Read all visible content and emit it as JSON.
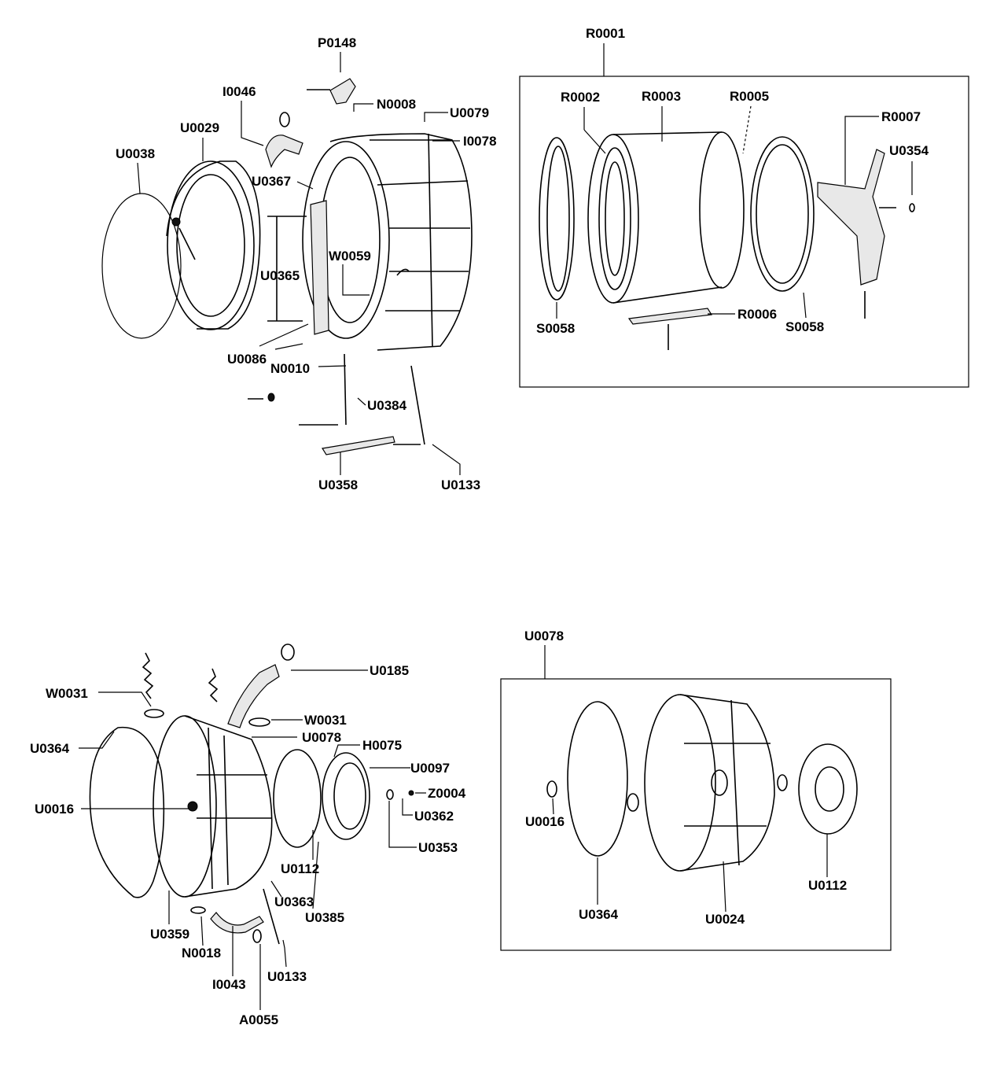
{
  "labels": {
    "P0148": "P0148",
    "I0046": "I0046",
    "N0008": "N0008",
    "U0079": "U0079",
    "U0029": "U0029",
    "I0078": "I0078",
    "U0038": "U0038",
    "U0367": "U0367",
    "W0059": "W0059",
    "U0365": "U0365",
    "U0086": "U0086",
    "N0010": "N0010",
    "U0384": "U0384",
    "U0358": "U0358",
    "U0133_top": "U0133",
    "R0001": "R0001",
    "R0002": "R0002",
    "R0003": "R0003",
    "R0005": "R0005",
    "R0007": "R0007",
    "U0354": "U0354",
    "S0058_left": "S0058",
    "R0006": "R0006",
    "S0058_right": "S0058",
    "U0185": "U0185",
    "W0031_left": "W0031",
    "W0031_right": "W0031",
    "U0364_left": "U0364",
    "U0078_mid": "U0078",
    "H0075": "H0075",
    "U0097": "U0097",
    "Z0004": "Z0004",
    "U0016_left": "U0016",
    "U0362": "U0362",
    "U0353": "U0353",
    "U0112_left": "U0112",
    "U0363": "U0363",
    "U0385": "U0385",
    "U0359": "U0359",
    "N0018": "N0018",
    "U0133_bottom": "U0133",
    "I0043": "I0043",
    "A0055": "A0055",
    "U0078_box": "U0078",
    "U0016_right": "U0016",
    "U0364_right": "U0364",
    "U0024": "U0024",
    "U0112_right": "U0112"
  }
}
